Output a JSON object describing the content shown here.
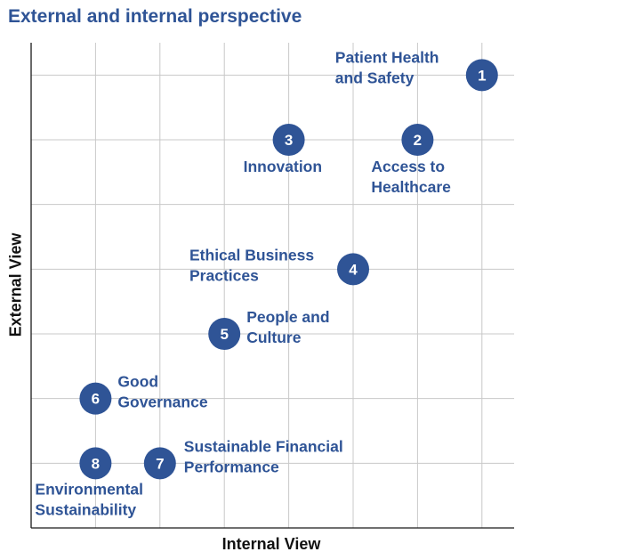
{
  "title": "External and internal perspective",
  "chart_data": {
    "type": "scatter",
    "title": "External and internal perspective",
    "xlabel": "Internal View",
    "ylabel": "External View",
    "xlim": [
      0,
      7.5
    ],
    "ylim": [
      0,
      7.5
    ],
    "grid": true,
    "marker_color": "#2f5496",
    "label_color": "#2f5496",
    "points": [
      {
        "id": "1",
        "label": "Patient Health and Safety",
        "lines": [
          "Patient Health",
          "and Safety"
        ],
        "x": 7,
        "y": 7
      },
      {
        "id": "2",
        "label": "Access to Healthcare",
        "lines": [
          "Access to",
          "Healthcare"
        ],
        "x": 6,
        "y": 6
      },
      {
        "id": "3",
        "label": "Innovation",
        "lines": [
          "Innovation"
        ],
        "x": 4,
        "y": 6
      },
      {
        "id": "4",
        "label": "Ethical Business Practices",
        "lines": [
          "Ethical Business",
          "Practices"
        ],
        "x": 5,
        "y": 4
      },
      {
        "id": "5",
        "label": "People and Culture",
        "lines": [
          "People and",
          "Culture"
        ],
        "x": 3,
        "y": 3
      },
      {
        "id": "6",
        "label": "Good Governance",
        "lines": [
          "Good",
          "Governance"
        ],
        "x": 1,
        "y": 2
      },
      {
        "id": "7",
        "label": "Sustainable Financial Performance",
        "lines": [
          "Sustainable Financial",
          "Performance"
        ],
        "x": 2,
        "y": 1
      },
      {
        "id": "8",
        "label": "Environmental Sustainability",
        "lines": [
          "Environmental",
          "Sustainability"
        ],
        "x": 1,
        "y": 1
      }
    ]
  }
}
